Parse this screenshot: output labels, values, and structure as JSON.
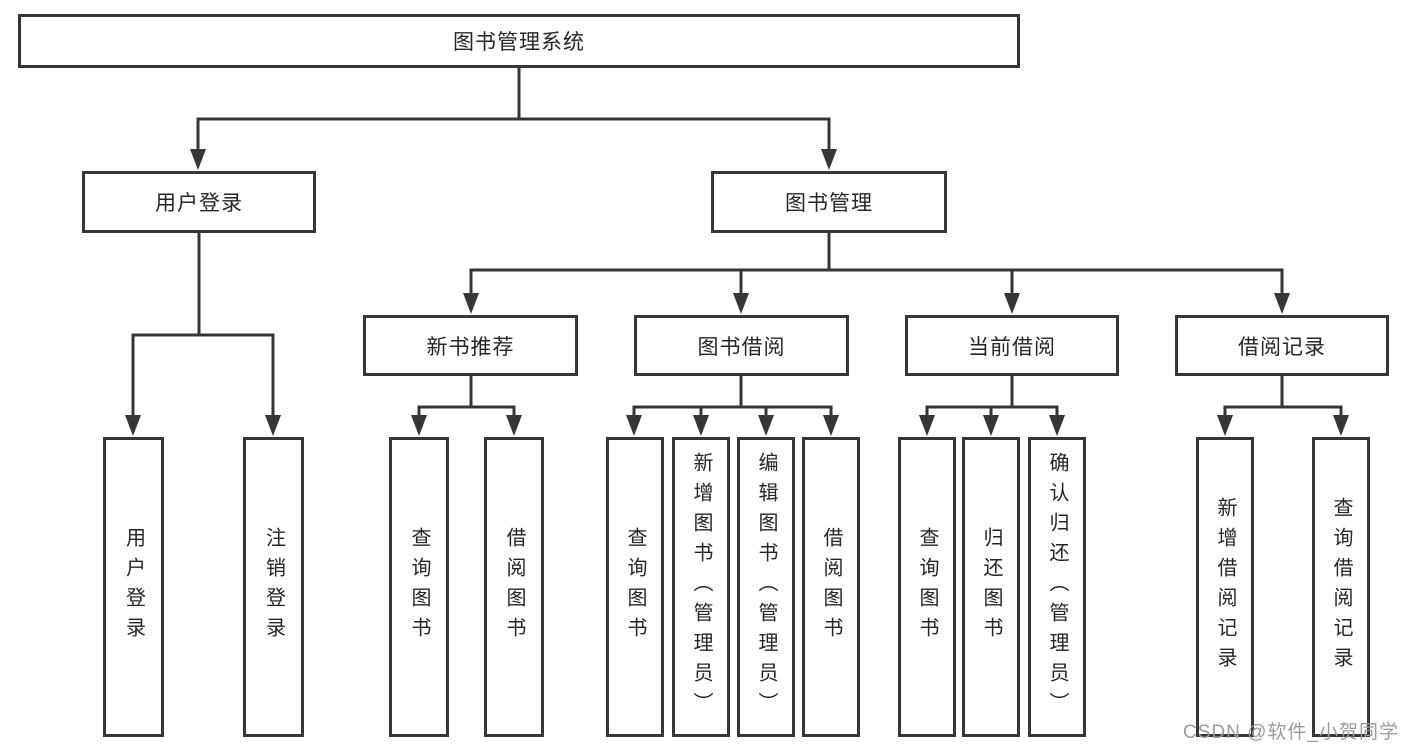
{
  "diagram": {
    "colors": {
      "line": "#363636",
      "box_border": "#363636",
      "background": "#ffffff",
      "text": "#262626",
      "watermark": "#9b9b9b"
    },
    "nodes": {
      "root": "图书管理系统",
      "user_login": "用户登录",
      "book_management": "图书管理",
      "new_book_recommend": "新书推荐",
      "book_borrow": "图书借阅",
      "current_borrow": "当前借阅",
      "borrow_records": "借阅记录",
      "leaf_user_login": "用户登录",
      "leaf_logout": "注销登录",
      "leaf_nbr_query_books": "查询图书",
      "leaf_nbr_borrow_books": "借阅图书",
      "leaf_bb_query_books": "查询图书",
      "leaf_bb_add_books": "新增图书（管理员）",
      "leaf_bb_edit_books": "编辑图书（管理员）",
      "leaf_bb_borrow_books": "借阅图书",
      "leaf_cb_query_books": "查询图书",
      "leaf_cb_return_books": "归还图书",
      "leaf_cb_confirm_return": "确认归还（管理员）",
      "leaf_br_add_record": "新增借阅记录",
      "leaf_br_query_record": "查询借阅记录"
    },
    "watermark": "CSDN @软件_小贺同学"
  }
}
